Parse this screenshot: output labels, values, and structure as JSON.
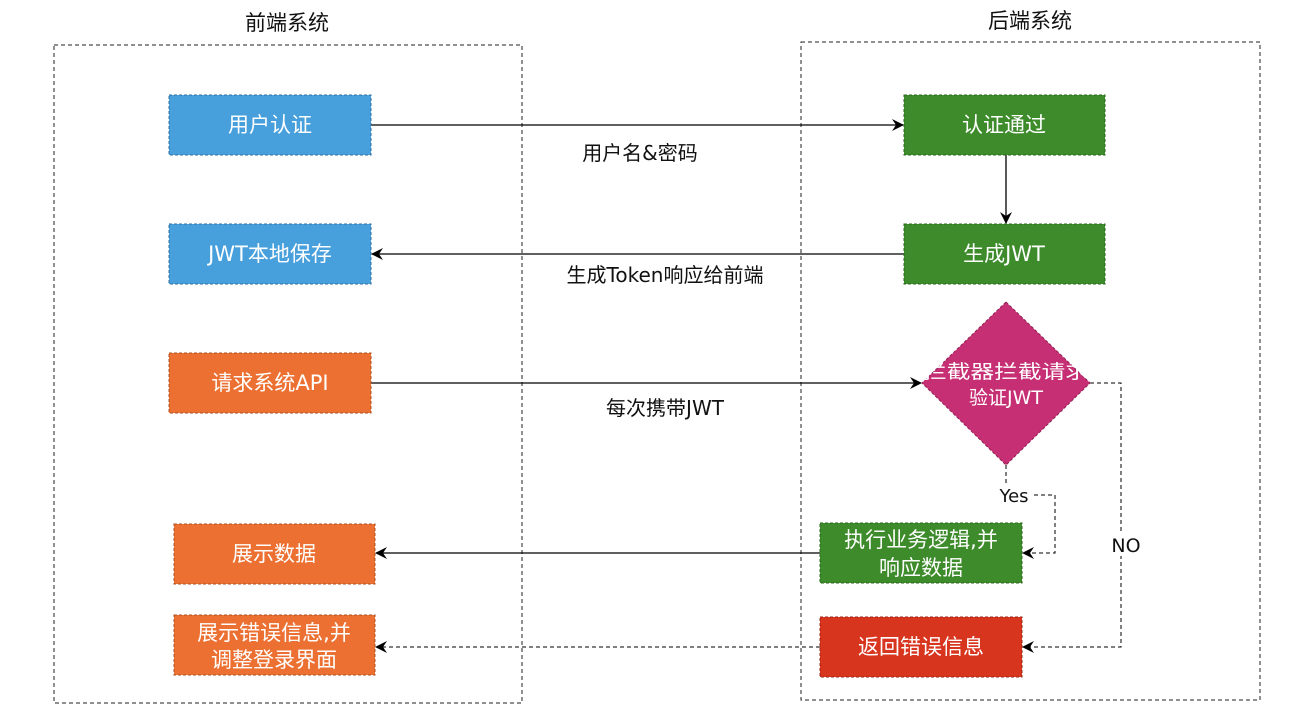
{
  "colors": {
    "frontend": "#479fdc",
    "orange": "#ec7031",
    "green": "#3d8b2a",
    "diamond": "#c72f74",
    "red": "#d8351f"
  },
  "containers": {
    "frontend_title": "前端系统",
    "backend_title": "后端系统"
  },
  "frontend_nodes": {
    "auth": "用户认证",
    "save_jwt": "JWT本地保存",
    "request_api": "请求系统API",
    "show_data": "展示数据",
    "show_error_line1": "展示错误信息,并",
    "show_error_line2": "调整登录界面"
  },
  "backend_nodes": {
    "auth_passed": "认证通过",
    "gen_jwt": "生成JWT",
    "interceptor_line1": "拦截器拦截请求",
    "interceptor_line2": "验证JWT",
    "exec_line1": "执行业务逻辑,并",
    "exec_line2": "响应数据",
    "return_error": "返回错误信息"
  },
  "edges": {
    "credentials": "用户名&密码",
    "token_response": "生成Token响应给前端",
    "carry_jwt": "每次携带JWT",
    "yes": "Yes",
    "no": "NO"
  }
}
